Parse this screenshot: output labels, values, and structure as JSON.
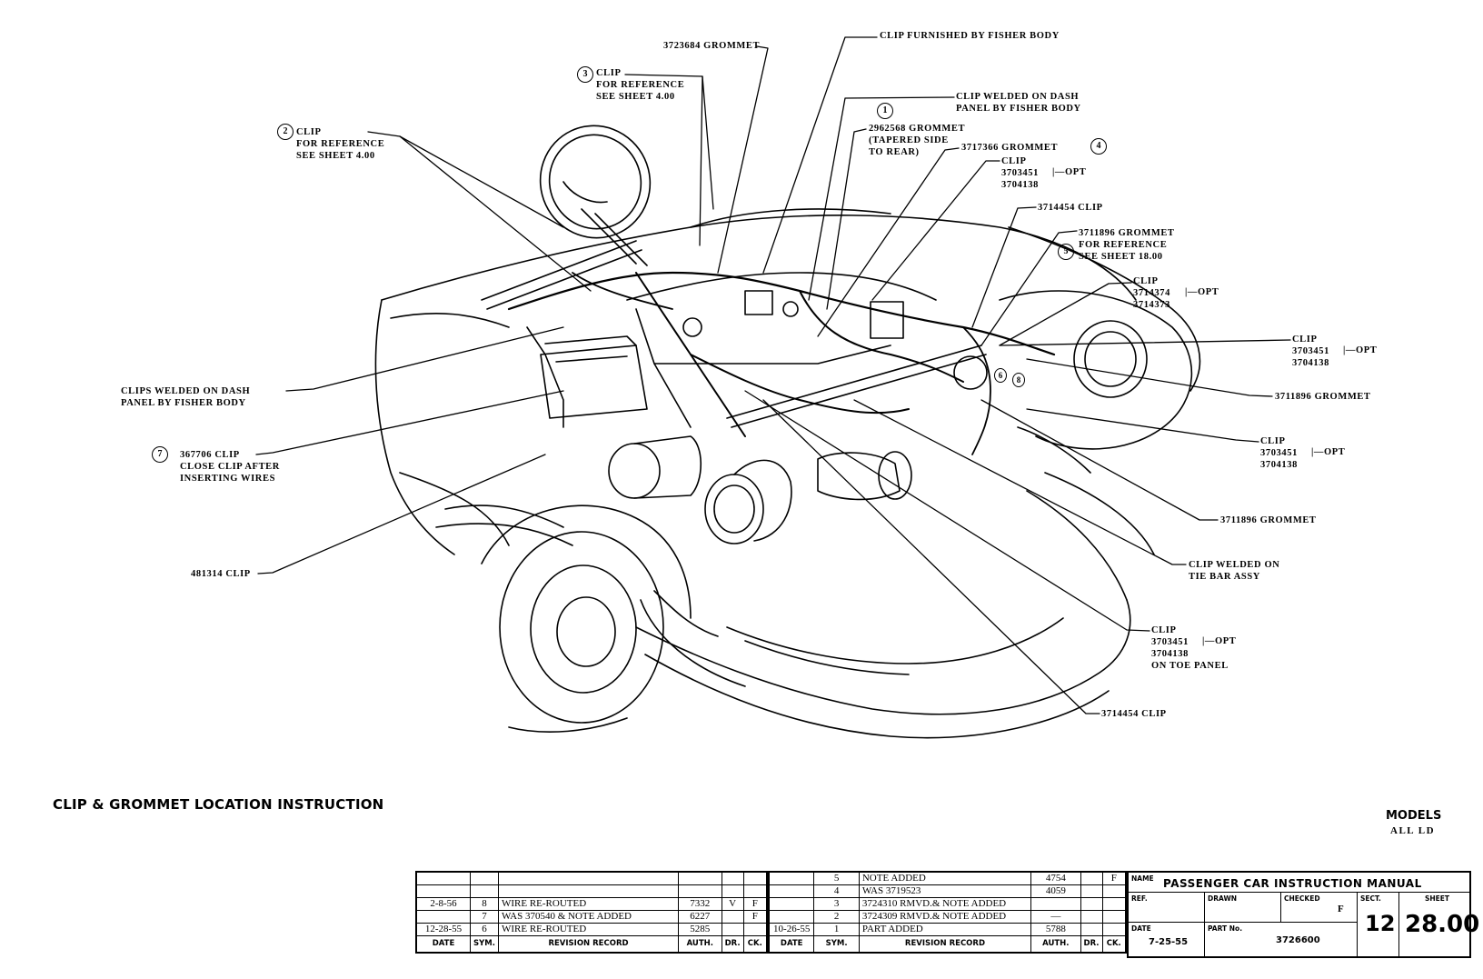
{
  "document": {
    "title": "CLIP & GROMMET LOCATION INSTRUCTION",
    "models_label": "MODELS",
    "models_value": "ALL LD"
  },
  "callouts": [
    {
      "id": "grommet-3723684",
      "lines": [
        "3723684 GROMMET"
      ]
    },
    {
      "id": "clip-fisher-body",
      "lines": [
        "CLIP FURNISHED BY FISHER BODY"
      ]
    },
    {
      "id": "clip-3-reference",
      "number": "3",
      "lines": [
        "CLIP",
        "FOR REFERENCE",
        "SEE SHEET 4.00"
      ]
    },
    {
      "id": "clip-welded-dash-panel",
      "lines": [
        "CLIP WELDED ON DASH",
        "PANEL BY FISHER BODY"
      ]
    },
    {
      "id": "grommet-2962568",
      "number": "1",
      "lines": [
        "2962568 GROMMET",
        "(TAPERED SIDE",
        " TO REAR)"
      ]
    },
    {
      "id": "clip-2-reference",
      "number": "2",
      "lines": [
        "CLIP",
        "FOR REFERENCE",
        "SEE SHEET 4.00"
      ]
    },
    {
      "id": "grommet-3717366",
      "number": "4",
      "lines": [
        "3717366 GROMMET"
      ]
    },
    {
      "id": "clip-opt-1",
      "lines": [
        "CLIP",
        "3703451",
        "3704138"
      ],
      "opt": "OPT"
    },
    {
      "id": "clip-3714454-top",
      "lines": [
        "3714454 CLIP"
      ]
    },
    {
      "id": "grommet-3711896-ref",
      "number": "5",
      "lines": [
        "3711896 GROMMET",
        "FOR REFERENCE",
        "SEE SHEET 18.00"
      ]
    },
    {
      "id": "clip-opt-2",
      "lines": [
        "CLIP",
        "3714374",
        "3714373"
      ],
      "opt": "OPT"
    },
    {
      "id": "clip-opt-3",
      "lines": [
        "CLIP",
        "3703451",
        "3704138"
      ],
      "opt": "OPT"
    },
    {
      "id": "grommet-3711896-a",
      "lines": [
        "3711896 GROMMET"
      ]
    },
    {
      "id": "clips-welded-dash",
      "lines": [
        "CLIPS WELDED ON DASH",
        "PANEL BY FISHER BODY"
      ]
    },
    {
      "id": "clip-opt-4",
      "lines": [
        "CLIP",
        "3703451",
        "3704138"
      ],
      "opt": "OPT"
    },
    {
      "id": "clip-367706",
      "number": "7",
      "lines": [
        "367706 CLIP",
        "CLOSE CLIP AFTER",
        "INSERTING WIRES"
      ]
    },
    {
      "id": "grommet-3711896-b",
      "lines": [
        "3711896 GROMMET"
      ]
    },
    {
      "id": "clip-481314",
      "lines": [
        "481314 CLIP"
      ]
    },
    {
      "id": "clip-welded-tie-bar",
      "lines": [
        "CLIP WELDED ON",
        "TIE BAR ASSY"
      ]
    },
    {
      "id": "clip-opt-toe-panel",
      "lines": [
        "CLIP",
        "3703451",
        "3704138",
        "ON TOE PANEL"
      ],
      "opt": "OPT"
    },
    {
      "id": "clip-3714454-bottom",
      "lines": [
        "3714454 CLIP"
      ]
    }
  ],
  "diagram_markers": [
    "6",
    "8"
  ],
  "revisions_left": {
    "headers": [
      "DATE",
      "SYM.",
      "REVISION RECORD",
      "AUTH.",
      "DR.",
      "CK."
    ],
    "rows": [
      [
        "",
        "",
        "",
        "",
        "",
        ""
      ],
      [
        "",
        "",
        "",
        "",
        "",
        ""
      ],
      [
        "2-8-56",
        "8",
        "WIRE RE-ROUTED",
        "7332",
        "V",
        "F"
      ],
      [
        "",
        "7",
        "WAS 370540 & NOTE ADDED",
        "6227",
        "",
        "F"
      ],
      [
        "12-28-55",
        "6",
        "WIRE RE-ROUTED",
        "5285",
        "",
        ""
      ]
    ]
  },
  "revisions_right": {
    "headers": [
      "DATE",
      "SYM.",
      "REVISION RECORD",
      "AUTH.",
      "DR.",
      "CK."
    ],
    "rows": [
      [
        "",
        "5",
        "NOTE ADDED",
        "4754",
        "",
        "F"
      ],
      [
        "",
        "4",
        "WAS 3719523",
        "4059",
        "",
        ""
      ],
      [
        "",
        "3",
        "3724310 RMVD.& NOTE ADDED",
        "",
        "",
        ""
      ],
      [
        "",
        "2",
        "3724309 RMVD.& NOTE ADDED",
        "—",
        "",
        ""
      ],
      [
        "10-26-55",
        "1",
        "PART ADDED",
        "5788",
        "",
        ""
      ]
    ]
  },
  "title_block": {
    "name_label": "NAME",
    "name_value": "PASSENGER CAR INSTRUCTION MANUAL",
    "ref_label": "REF.",
    "drawn_label": "DRAWN",
    "checked_label": "CHECKED",
    "checked_value": "F",
    "sect_label": "SECT.",
    "sect_value": "12",
    "sheet_label": "SHEET",
    "sheet_value": "28.00",
    "date_label": "DATE",
    "date_value": "7-25-55",
    "part_label": "PART No.",
    "part_value": "3726600"
  }
}
